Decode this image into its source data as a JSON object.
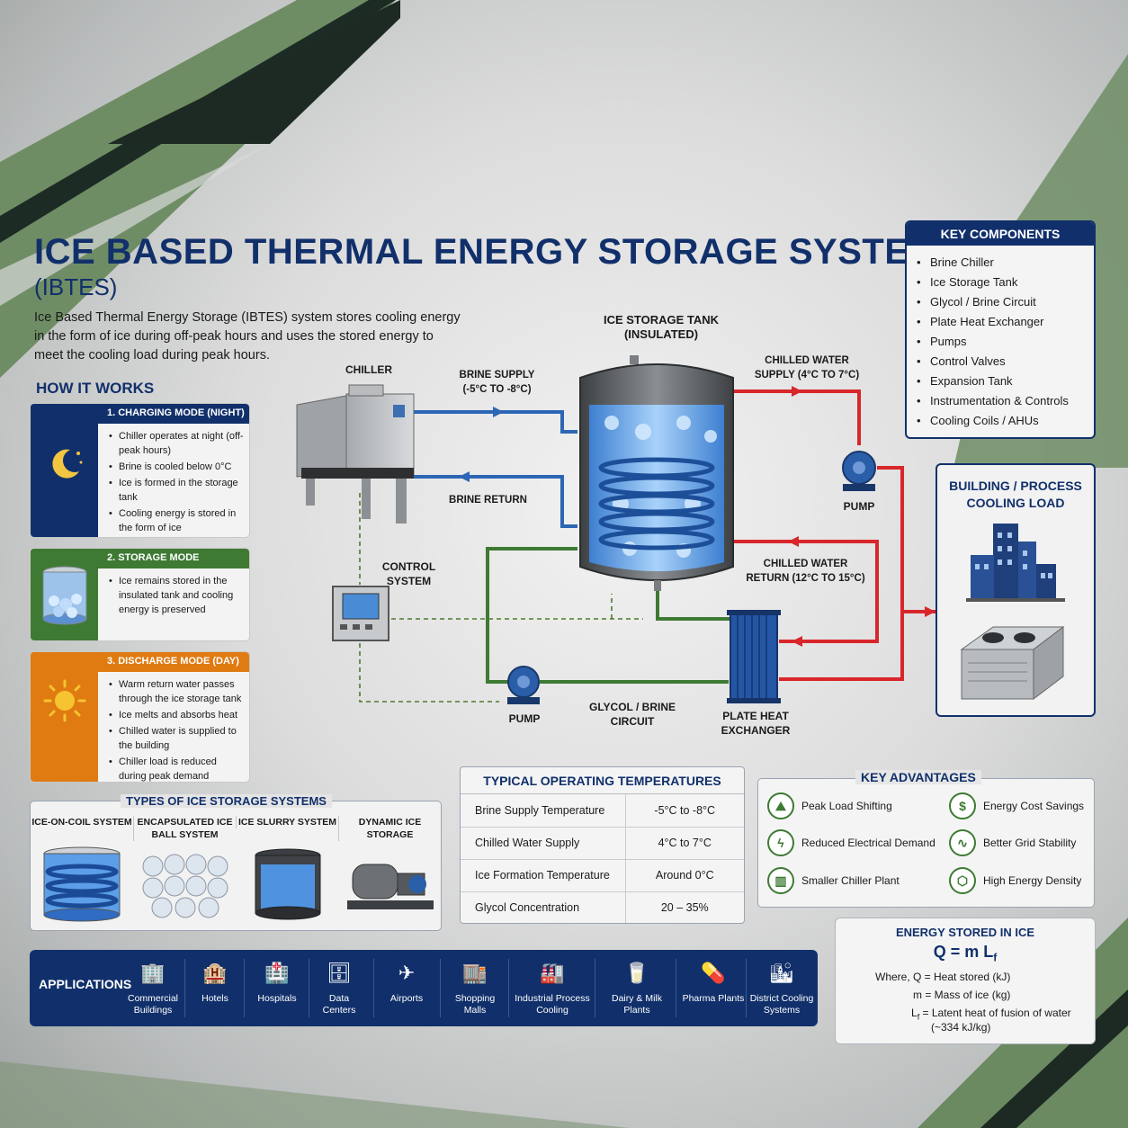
{
  "title": "ICE BASED THERMAL  ENERGY STORAGE  SYSTEM",
  "subtitle": "(IBTES)",
  "intro": "Ice Based Thermal Energy Storage (IBTES) system stores cooling energy in the form of ice during off-peak hours and uses the stored energy to meet the cooling load during peak hours.",
  "how_it_works": {
    "heading": "HOW IT WORKS",
    "modes": [
      {
        "title": "1. CHARGING MODE (NIGHT)",
        "icon": "moon-stars-icon",
        "color": "#11306b",
        "points": [
          "Chiller operates at night (off-peak hours)",
          "Brine is cooled below 0°C",
          "Ice is formed in the storage tank",
          "Cooling energy is stored in the form of ice"
        ]
      },
      {
        "title": "2. STORAGE MODE",
        "icon": "ice-tank-icon",
        "color": "#3e7a33",
        "points": [
          "Ice remains stored in the insulated tank and cooling energy is preserved"
        ]
      },
      {
        "title": "3. DISCHARGE MODE (DAY)",
        "icon": "sun-icon",
        "color": "#e07b12",
        "points": [
          "Warm return water passes through the ice storage tank",
          "Ice melts and absorbs heat",
          "Chilled water is supplied to the building",
          "Chiller load is reduced during peak demand"
        ]
      }
    ]
  },
  "diagram": {
    "chiller": "CHILLER",
    "ice_tank": "ICE STORAGE TANK (INSULATED)",
    "brine_supply": "BRINE SUPPLY (-5°C TO -8°C)",
    "brine_return": "BRINE RETURN",
    "chilled_supply": "CHILLED WATER SUPPLY (4°C TO 7°C)",
    "chilled_return": "CHILLED WATER RETURN (12°C TO 15°C)",
    "pump_top": "PUMP",
    "pump_bottom": "PUMP",
    "control": "CONTROL SYSTEM",
    "glycol": "GLYCOL / BRINE CIRCUIT",
    "phe": "PLATE HEAT EXCHANGER"
  },
  "key_components": {
    "heading": "KEY COMPONENTS",
    "items": [
      "Brine Chiller",
      "Ice Storage Tank",
      "Glycol / Brine Circuit",
      "Plate Heat Exchanger",
      "Pumps",
      "Control Valves",
      "Expansion Tank",
      "Instrumentation & Controls",
      "Cooling Coils / AHUs"
    ]
  },
  "building_load": {
    "heading": "BUILDING / PROCESS COOLING LOAD"
  },
  "types": {
    "heading": "TYPES OF ICE STORAGE SYSTEMS",
    "items": [
      "ICE-ON-COIL SYSTEM",
      "ENCAPSULATED ICE BALL SYSTEM",
      "ICE SLURRY SYSTEM",
      "DYNAMIC ICE STORAGE"
    ]
  },
  "temperatures": {
    "heading": "TYPICAL OPERATING TEMPERATURES",
    "rows": [
      [
        "Brine Supply Temperature",
        "-5°C to -8°C"
      ],
      [
        "Chilled Water Supply",
        "4°C to 7°C"
      ],
      [
        "Ice Formation Temperature",
        "Around 0°C"
      ],
      [
        "Glycol Concentration",
        "20 – 35%"
      ]
    ]
  },
  "advantages": {
    "heading": "KEY ADVANTAGES",
    "items": [
      {
        "label": "Peak Load Shifting",
        "icon": "peak-load-icon",
        "glyph": "⛰"
      },
      {
        "label": "Energy Cost Savings",
        "icon": "money-bag-icon",
        "glyph": "$"
      },
      {
        "label": "Reduced Electrical Demand",
        "icon": "lightning-icon",
        "glyph": "ϟ"
      },
      {
        "label": "Better Grid Stability",
        "icon": "pulse-icon",
        "glyph": "∿"
      },
      {
        "label": "Smaller Chiller Plant",
        "icon": "plant-icon",
        "glyph": "▥"
      },
      {
        "label": "High Energy Density",
        "icon": "energy-density-icon",
        "glyph": "⬡"
      }
    ]
  },
  "energy": {
    "heading": "ENERGY STORED IN ICE",
    "formula": "Q = m L",
    "formula_sub": "f",
    "where": "Where,",
    "q": "Q = Heat stored (kJ)",
    "m": "m = Mass of ice (kg)",
    "l": "L",
    "l_sub": "f",
    "l_def": " = Latent heat of fusion of water",
    "l_val": "(~334 kJ/kg)"
  },
  "applications": {
    "heading": "APPLICATIONS",
    "items": [
      {
        "label": "Commercial Buildings",
        "icon": "commercial-building-icon",
        "glyph": "🏢"
      },
      {
        "label": "Hotels",
        "icon": "hotel-icon",
        "glyph": "🏨"
      },
      {
        "label": "Hospitals",
        "icon": "hospital-icon",
        "glyph": "🏥"
      },
      {
        "label": "Data Centers",
        "icon": "data-center-icon",
        "glyph": "🗄"
      },
      {
        "label": "Airports",
        "icon": "airport-icon",
        "glyph": "✈"
      },
      {
        "label": "Shopping Malls",
        "icon": "shopping-mall-icon",
        "glyph": "🏬"
      },
      {
        "label": "Industrial Process Cooling",
        "icon": "industrial-icon",
        "glyph": "🏭"
      },
      {
        "label": "Dairy & Milk Plants",
        "icon": "dairy-icon",
        "glyph": "🥛"
      },
      {
        "label": "Pharma Plants",
        "icon": "pharma-icon",
        "glyph": "💊"
      },
      {
        "label": "District Cooling Systems",
        "icon": "district-cooling-icon",
        "glyph": "🏙"
      }
    ]
  }
}
